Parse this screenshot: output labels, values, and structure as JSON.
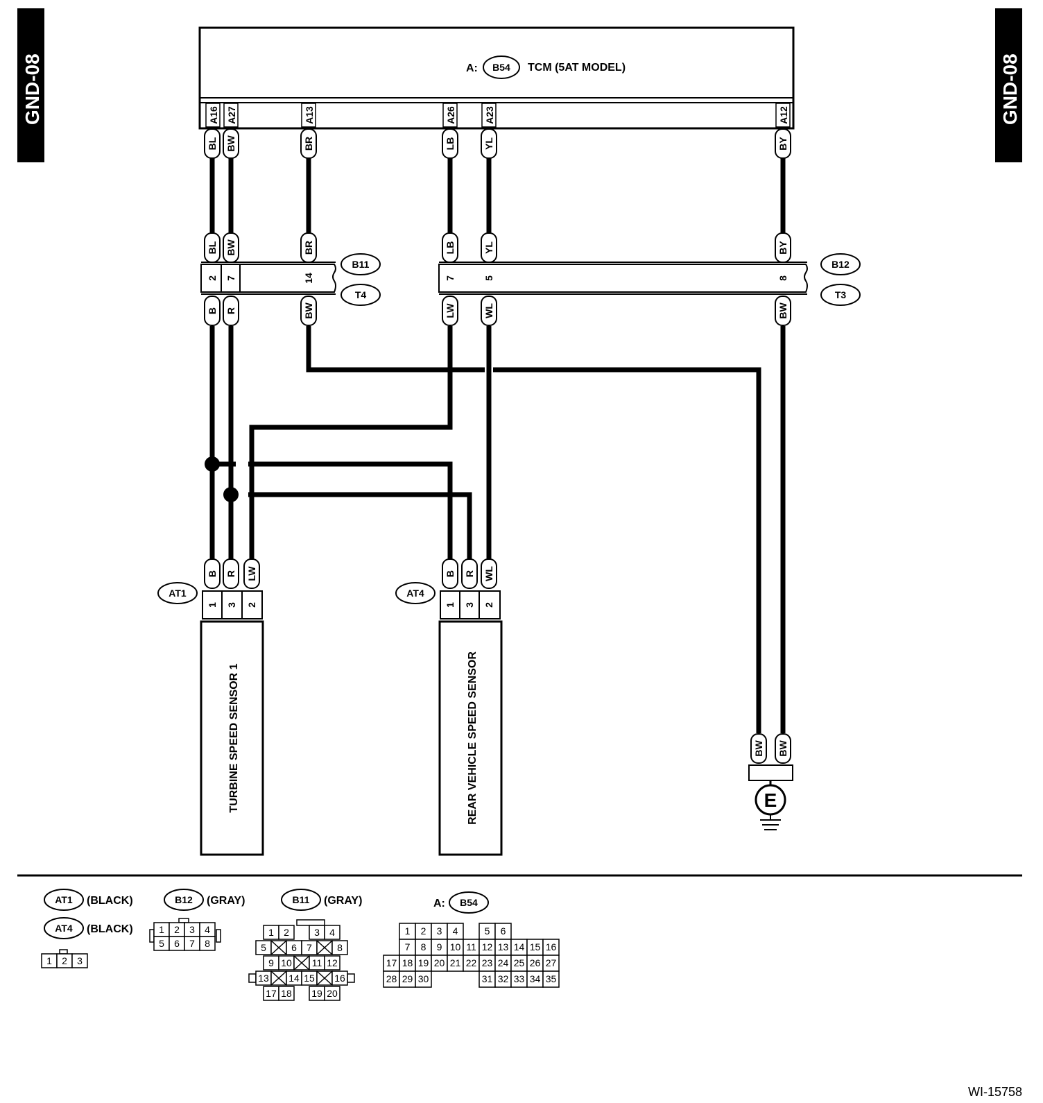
{
  "page_tags": {
    "left": "GND-08",
    "right": "GND-08"
  },
  "tcm": {
    "prefix": "A:",
    "connector": "B54",
    "title": "TCM (5AT MODEL)",
    "pins": [
      "A16",
      "A27",
      "A13",
      "A26",
      "A23",
      "A12"
    ]
  },
  "tcm_wire_colors": [
    "BL",
    "BW",
    "BR",
    "LB",
    "YL",
    "BY"
  ],
  "joint_b11": {
    "name": "B11",
    "mate": "T4",
    "pins": [
      "2",
      "7",
      "14"
    ],
    "upper_colors": [
      "BL",
      "BW",
      "BR"
    ],
    "lower_colors": [
      "B",
      "R",
      "BW"
    ]
  },
  "joint_b12": {
    "name": "B12",
    "mate": "T3",
    "pins": [
      "7",
      "5",
      "8"
    ],
    "upper_colors": [
      "LB",
      "YL",
      "BY"
    ],
    "lower_colors": [
      "LW",
      "WL",
      "BW"
    ]
  },
  "sensor_at1": {
    "connector": "AT1",
    "title": "TURBINE SPEED SENSOR 1",
    "wire_colors": [
      "B",
      "R",
      "LW"
    ],
    "pins": [
      "1",
      "3",
      "2"
    ]
  },
  "sensor_at4": {
    "connector": "AT4",
    "title": "REAR VEHICLE SPEED SENSOR",
    "wire_colors": [
      "B",
      "R",
      "WL"
    ],
    "pins": [
      "1",
      "3",
      "2"
    ]
  },
  "ground": {
    "wire_colors": [
      "BW",
      "BW"
    ],
    "symbol": "E"
  },
  "legend": {
    "at1": {
      "name": "AT1",
      "color": "(BLACK)"
    },
    "at4": {
      "name": "AT4",
      "color": "(BLACK)"
    },
    "at_pins": [
      "1",
      "2",
      "3"
    ],
    "b12": {
      "name": "B12",
      "color": "(GRAY)",
      "rows": [
        [
          "1",
          "2",
          "3",
          "4"
        ],
        [
          "5",
          "6",
          "7",
          "8"
        ]
      ]
    },
    "b11": {
      "name": "B11",
      "color": "(GRAY)",
      "rows": [
        [
          "1",
          "2",
          "",
          "3",
          "4"
        ],
        [
          "5",
          "",
          "6",
          "7",
          "",
          "8"
        ],
        [
          "9",
          "10",
          "",
          "11",
          "12"
        ],
        [
          "13",
          "",
          "14",
          "15",
          "",
          "16"
        ],
        [
          "17",
          "18",
          "",
          "19",
          "20"
        ]
      ]
    },
    "b54": {
      "prefix": "A:",
      "name": "B54",
      "rows": [
        [
          "1",
          "2",
          "3",
          "4",
          "",
          "5",
          "6"
        ],
        [
          "7",
          "8",
          "9",
          "10",
          "11",
          "12",
          "13",
          "14",
          "15",
          "16"
        ],
        [
          "17",
          "18",
          "19",
          "20",
          "21",
          "22",
          "23",
          "24",
          "25",
          "26",
          "27"
        ],
        [
          "28",
          "29",
          "30",
          "31",
          "32",
          "33",
          "34",
          "35"
        ]
      ]
    }
  },
  "figure_id": "WI-15758"
}
